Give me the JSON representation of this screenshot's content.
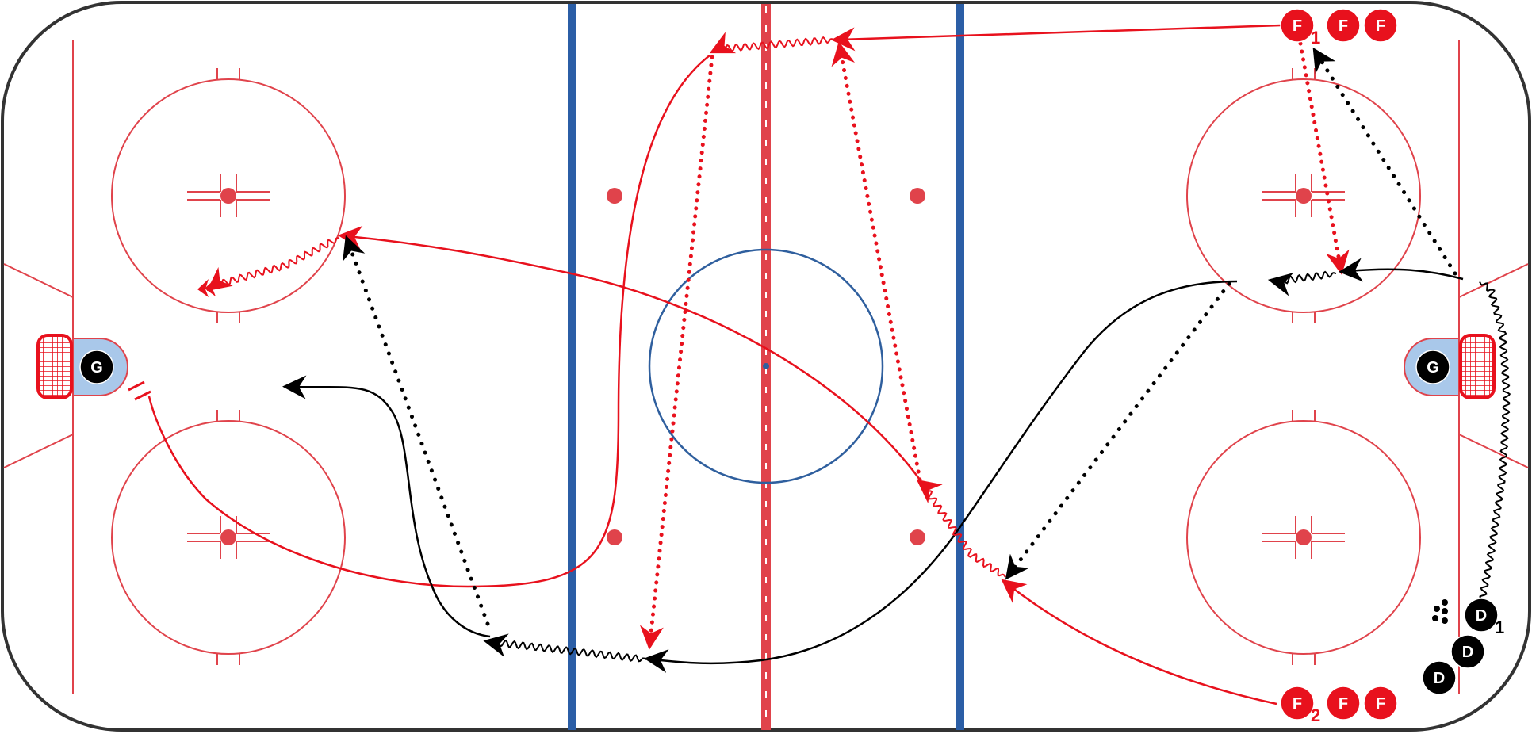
{
  "colors": {
    "red": "#e8111d",
    "rink_red": "#e0434b",
    "blue": "#2b5ea6",
    "circle_blue": "#2f5f9e",
    "crease": "#a9c8ea",
    "black": "#000000",
    "board": "#333333"
  },
  "goalies": [
    {
      "id": "goalie-left",
      "label": "G"
    },
    {
      "id": "goalie-right",
      "label": "G"
    }
  ],
  "forwards_top": [
    {
      "label": "F",
      "sub": "1"
    },
    {
      "label": "F",
      "sub": ""
    },
    {
      "label": "F",
      "sub": ""
    }
  ],
  "forwards_bottom": [
    {
      "label": "F",
      "sub": "2"
    },
    {
      "label": "F",
      "sub": ""
    },
    {
      "label": "F",
      "sub": ""
    }
  ],
  "defense": [
    {
      "label": "D",
      "sub": "1"
    },
    {
      "label": "D",
      "sub": ""
    },
    {
      "label": "D",
      "sub": ""
    }
  ],
  "pucks": {
    "count": 5,
    "icon": "puck-pile-icon"
  }
}
